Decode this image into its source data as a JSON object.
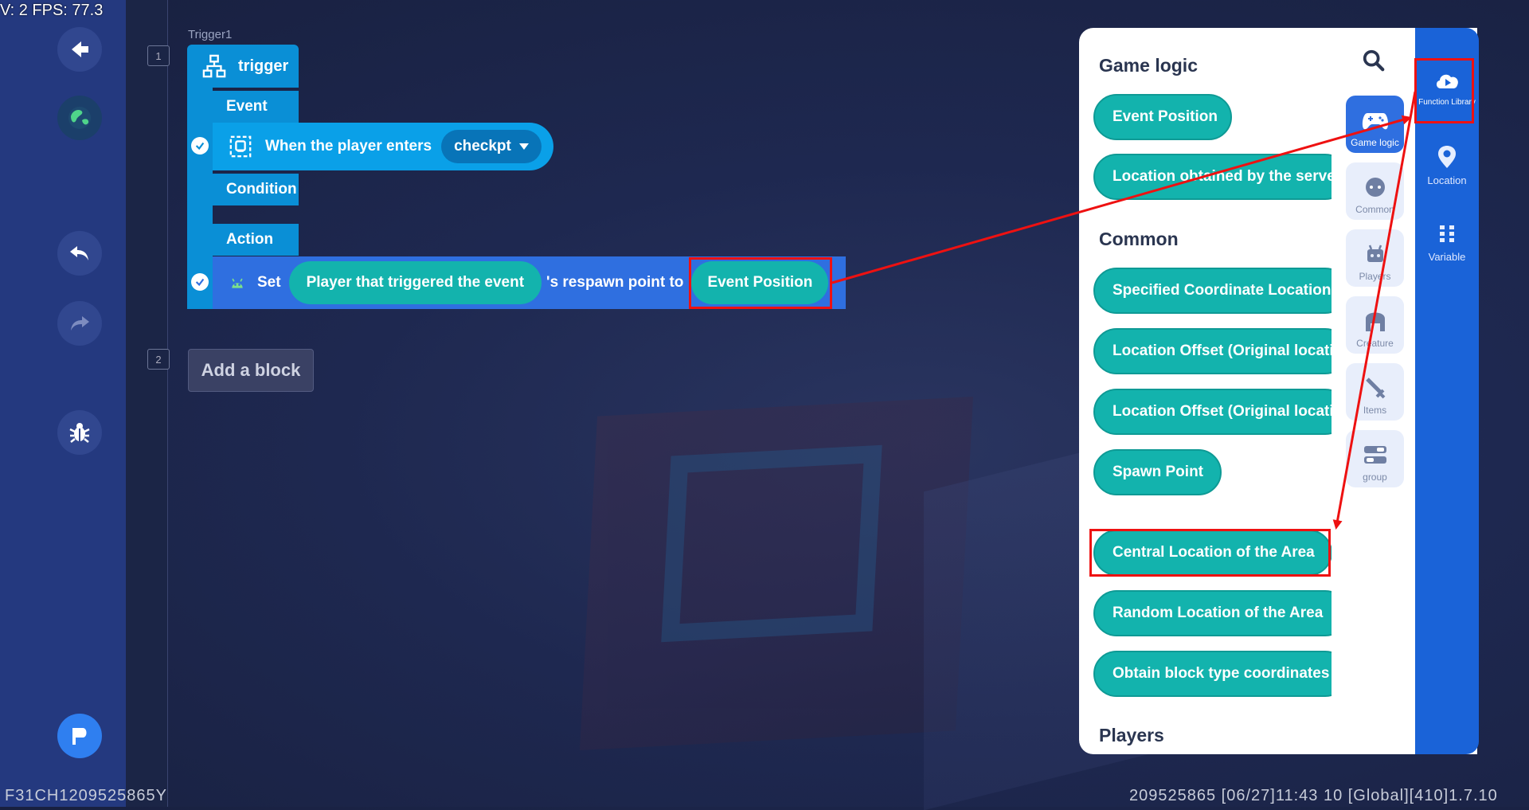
{
  "status": {
    "fps_readout": "V: 2 FPS: 77.3",
    "build_id": "F31CH1209525865Y",
    "footer_info": "209525865    [06/27]11:43 10  [Global][410]1.7.10"
  },
  "editor": {
    "line_numbers": [
      "1",
      "2"
    ],
    "trigger_name": "Trigger1",
    "trigger_label": "trigger",
    "sections": {
      "event": "Event",
      "condition": "Condition",
      "action": "Action"
    },
    "event_block": {
      "text": "When the player enters",
      "dropdown_value": "checkpt"
    },
    "action_block": {
      "verb": "Set",
      "subject": "Player that triggered the event",
      "connector": "'s respawn point to",
      "value": "Event Position"
    },
    "add_block_label": "Add a block"
  },
  "panel": {
    "groups": [
      {
        "title": "Game logic",
        "items": [
          "Event Position",
          "Location obtained by the serve"
        ]
      },
      {
        "title": "Common",
        "items": [
          "Specified Coordinate Location",
          "Location Offset (Original locati",
          "Location Offset (Original locati",
          "Spawn Point",
          "Central Location of the Area",
          "Random Location of the Area",
          "Obtain block type coordinates"
        ]
      },
      {
        "title": "Players",
        "items": []
      }
    ],
    "categories": [
      "Game logic",
      "Common",
      "Players",
      "Creature",
      "Items",
      "group"
    ],
    "library_tabs": [
      "Function Library",
      "Location",
      "Variable"
    ]
  },
  "colors": {
    "sidebar": "#24397f",
    "block_blue": "#0a8fd6",
    "action_blue": "#2f6fe0",
    "pill_teal": "#13b3ad",
    "highlight_red": "#e11111"
  }
}
